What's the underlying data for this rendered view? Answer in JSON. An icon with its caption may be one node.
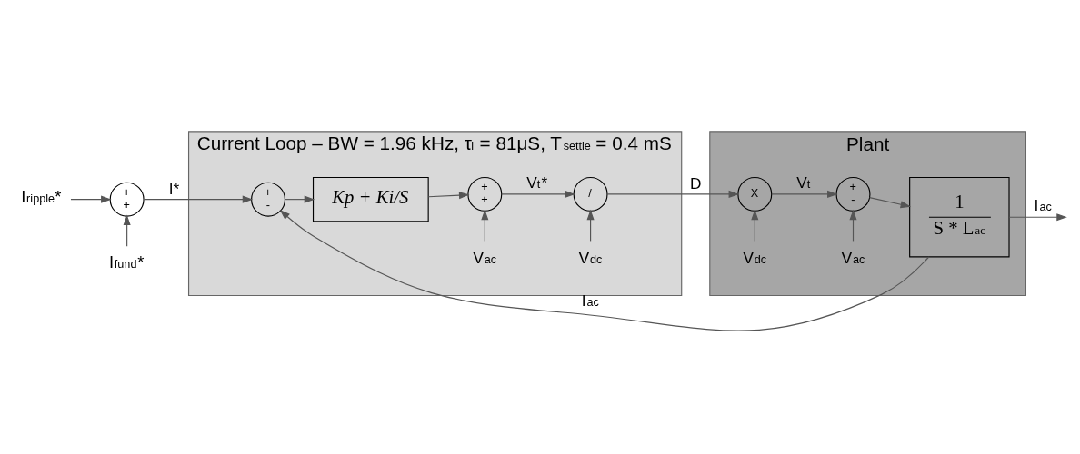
{
  "diagram": {
    "nodes": [
      {
        "text": [
          "Current Loop – BW = 1.96 kHz, τ$_{i}$ = 81μS, T$_{settle}$ = 0.4 mS"
        ]
      },
      {
        "text": [
          "Plant"
        ]
      },
      {
        "text": [
          "I$_{ripple}$*"
        ]
      },
      {
        "text": [
          "+",
          "+"
        ]
      },
      {
        "text": [
          "I$_{fund}$*"
        ]
      },
      {
        "text": [
          "+",
          "-"
        ],
        "in": 0
      },
      {
        "text": [
          "Kp + Ki/S"
        ],
        "in": 0
      },
      {
        "text": [
          "V$_{ac}$"
        ],
        "in": 0
      },
      {
        "text": [
          "+",
          "+"
        ],
        "in": 0
      },
      {
        "text": [
          "/"
        ],
        "in": 0
      },
      {
        "text": [
          "V$_{dc}$"
        ],
        "in": 0
      },
      {
        "text": [
          "X"
        ],
        "in": 1
      },
      {
        "text": [
          "V$_{dc}$"
        ],
        "in": 1
      },
      {
        "text": [
          "+",
          "-"
        ],
        "in": 1
      },
      {
        "text": [
          "V$_{ac}$"
        ],
        "in": 1
      },
      {
        "text": [
          "1",
          "S * L$_{ac}$"
        ],
        "in": 1
      }
    ],
    "edges": [
      {
        "from": 2,
        "to": 3,
        "arrow": "to"
      },
      {
        "from": 4,
        "to": 3,
        "arrow": "to"
      },
      {
        "from": 3,
        "to": 5,
        "arrow": "to",
        "label": "I*"
      },
      {
        "from": 5,
        "to": 6,
        "arrow": "to"
      },
      {
        "from": 6,
        "to": 8,
        "arrow": "to"
      },
      {
        "from": 7,
        "to": 8,
        "arrow": "to"
      },
      {
        "from": 8,
        "to": 9,
        "arrow": "to",
        "label": "V$_{t}$*"
      },
      {
        "from": 10,
        "to": 9,
        "arrow": "to"
      },
      {
        "from": 9,
        "to": 11,
        "arrow": "to",
        "label": "D"
      },
      {
        "from": 12,
        "to": 11,
        "arrow": "to"
      },
      {
        "from": 11,
        "to": 13,
        "arrow": "to",
        "label": "V$_{t}$"
      },
      {
        "from": 14,
        "to": 13,
        "arrow": "to"
      },
      {
        "from": 13,
        "to": 15,
        "arrow": "to"
      },
      {
        "from": 15,
        "to": 5,
        "arrow": "to",
        "label": "I$_{ac}$"
      },
      {
        "from": 15,
        "to": null,
        "arrow": "to",
        "label": "I$_{ac}$"
      }
    ]
  }
}
